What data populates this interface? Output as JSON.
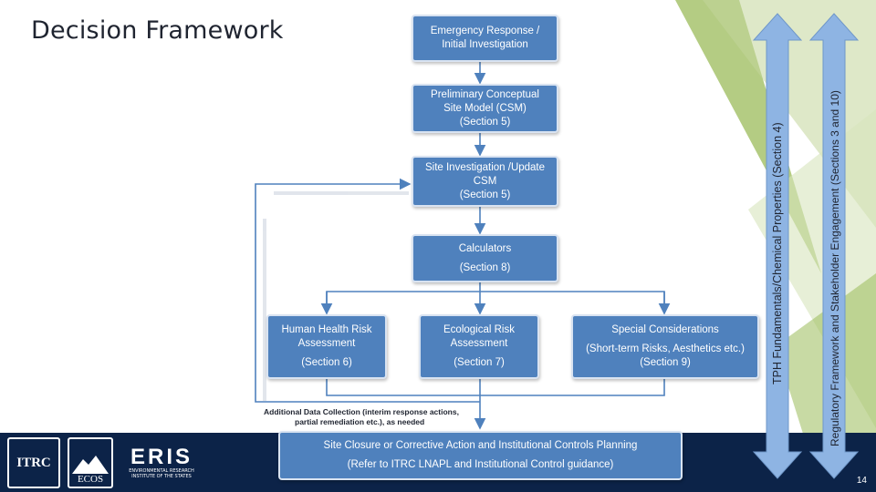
{
  "slide": {
    "title": "Decision Framework",
    "page_number": "14"
  },
  "flowchart": {
    "box_emergency": {
      "line1": "Emergency Response /",
      "line2": "Initial Investigation"
    },
    "box_preliminary_csm": {
      "line1": "Preliminary Conceptual",
      "line2": "Site Model  (CSM)",
      "line3": "(Section 5)"
    },
    "box_site_investigation": {
      "line1": "Site Investigation /Update",
      "line2": "CSM",
      "line3": "(Section 5)"
    },
    "box_calculators": {
      "line1": "Calculators",
      "line2": "(Section 8)"
    },
    "box_human_health": {
      "line1": "Human Health Risk",
      "line2": "Assessment",
      "line3": "(Section 6)"
    },
    "box_ecological": {
      "line1": "Ecological Risk",
      "line2": "Assessment",
      "line3": "(Section 7)"
    },
    "box_special": {
      "line1": "Special Considerations",
      "line2": "(Short-term Risks, Aesthetics etc.)",
      "line3": "(Section 9)"
    },
    "box_closure": {
      "line1": "Site Closure or Corrective Action and Institutional Controls Planning",
      "line2": "(Refer to ITRC LNAPL and Institutional Control guidance)"
    },
    "note_additional": {
      "line1": "Additional Data Collection (interim response actions,",
      "line2": "partial remediation etc.), as needed"
    }
  },
  "side_arrows": {
    "tph_label": "TPH Fundamentals/Chemical Properties (Section 4)",
    "regulatory_label": "Regulatory Framework and Stakeholder Engagement  (Sections 3 and  10)"
  },
  "logos": {
    "itrc": "ITRC",
    "ecos": "ECOS",
    "eris": "ERIS",
    "eris_sub": "ENVIRONMENTAL RESEARCH INSTITUTE OF THE STATES"
  },
  "colors": {
    "box_fill": "#4f81bd",
    "arrow_fill": "#8eb4e3",
    "band": "#0c2348",
    "accent_green": "#9bbb59"
  }
}
